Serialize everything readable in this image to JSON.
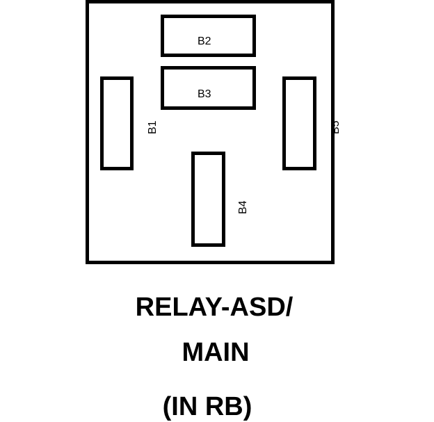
{
  "diagram": {
    "terminals": [
      {
        "id": "b1",
        "label": "B1"
      },
      {
        "id": "b2",
        "label": "B2"
      },
      {
        "id": "b3",
        "label": "B3"
      },
      {
        "id": "b4",
        "label": "B4"
      },
      {
        "id": "b5",
        "label": "B5"
      }
    ],
    "caption": {
      "line1": "RELAY-ASD/",
      "line2": "MAIN",
      "line3": "(IN RB)"
    }
  }
}
